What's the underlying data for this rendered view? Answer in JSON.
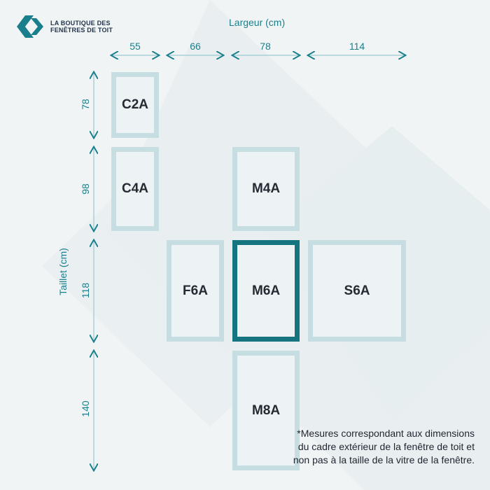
{
  "brand": {
    "line1": "LA BOUTIQUE DES",
    "line2": "FENÊTRES DE TOIT",
    "icon": "diamond-logo-icon",
    "color": "#1a7f8c"
  },
  "axes": {
    "width_title": "Largeur (cm)",
    "height_title": "Taillet (cm)",
    "columns": [
      "55",
      "66",
      "78",
      "114"
    ],
    "rows": [
      "78",
      "98",
      "118",
      "140"
    ]
  },
  "windows": [
    {
      "code": "C2A",
      "width": 55,
      "height": 78
    },
    {
      "code": "C4A",
      "width": 55,
      "height": 98
    },
    {
      "code": "M4A",
      "width": 78,
      "height": 98
    },
    {
      "code": "F6A",
      "width": 66,
      "height": 118
    },
    {
      "code": "M6A",
      "width": 78,
      "height": 118,
      "highlighted": true
    },
    {
      "code": "S6A",
      "width": 114,
      "height": 118
    },
    {
      "code": "M8A",
      "width": 78,
      "height": 140
    }
  ],
  "note": "*Mesures correspondant aux dimensions du cadre extérieur de la fenêtre de toit et non pas à la taille de la vitre de la fenêtre.",
  "colors": {
    "accent": "#1a7f8c",
    "frame": "#c6dee2",
    "frame_highlight": "#147480",
    "background": "#f1f4f5"
  }
}
